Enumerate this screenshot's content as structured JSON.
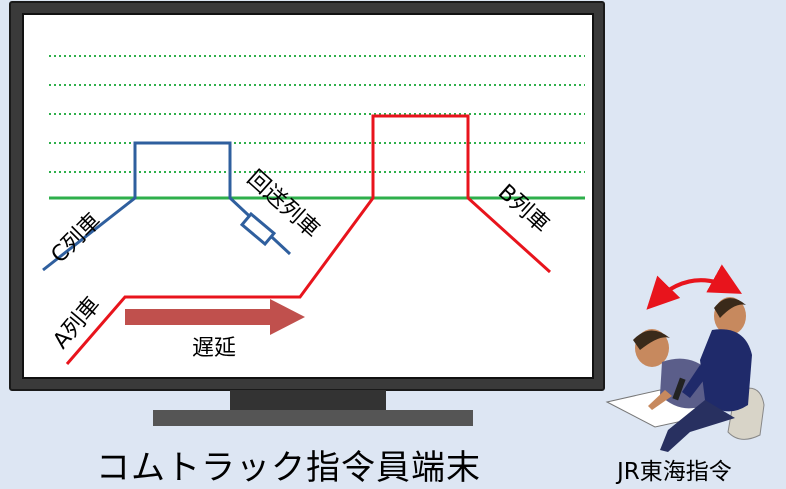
{
  "colors": {
    "background": "#dde6f3",
    "bezel": "#3a3a3a",
    "screen": "#ffffff",
    "schedule_line": "#2eaf4b",
    "train_blue": "#2f5f9e",
    "train_red": "#e8141c",
    "delay_arrow": "#c0504d",
    "exchange_arrow": "#e8141c"
  },
  "diagram": {
    "labels": {
      "train_c": "C列車",
      "train_a": "A列車",
      "train_b": "B列車",
      "deadhead": "回送列車",
      "delay": "遅延"
    }
  },
  "captions": {
    "terminal": "コムトラック指令員端末",
    "operator": "JR東海指令"
  },
  "icons": [
    "monitor-icon",
    "two-people-icon",
    "double-headed-arrow-icon"
  ]
}
